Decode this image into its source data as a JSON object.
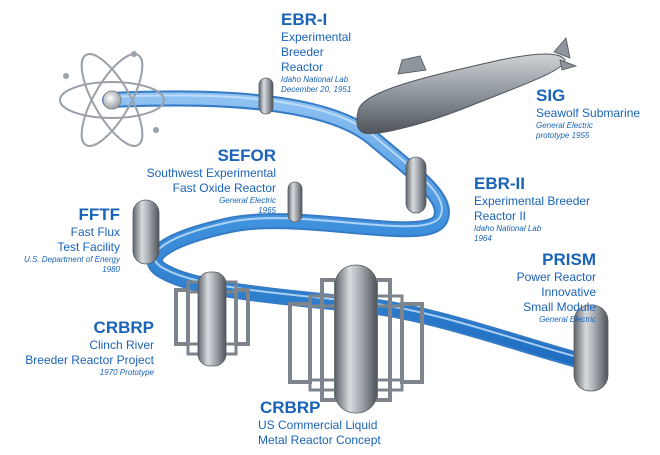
{
  "colors": {
    "label": "#1a63b8",
    "path": "#3d8fdc",
    "metal": "#8e959c"
  },
  "milestones": {
    "ebr1": {
      "acronym": "EBR-I",
      "desc": [
        "Experimental",
        "Breeder",
        "Reactor"
      ],
      "note": [
        "Idaho National Lab",
        "December 20, 1951"
      ]
    },
    "sig": {
      "acronym": "SIG",
      "desc": [
        "Seawolf Submarine"
      ],
      "note": [
        "General Electric",
        "prototype 1955"
      ]
    },
    "sefor": {
      "acronym": "SEFOR",
      "desc": [
        "Southwest Experimental",
        "Fast Oxide Reactor"
      ],
      "note": [
        "General Electric",
        "1965"
      ]
    },
    "ebr2": {
      "acronym": "EBR-II",
      "desc": [
        "Experimental Breeder",
        "Reactor II"
      ],
      "note": [
        "Idaho National Lab",
        "1964"
      ]
    },
    "fftf": {
      "acronym": "FFTF",
      "desc": [
        "Fast Flux",
        "Test Facility"
      ],
      "note": [
        "U.S. Department of Energy",
        "1980"
      ]
    },
    "prism": {
      "acronym": "PRISM",
      "desc": [
        "Power Reactor",
        "Innovative",
        "Small Module"
      ],
      "note": [
        "General Electric"
      ]
    },
    "crbrp1": {
      "acronym": "CRBRP",
      "desc": [
        "Clinch River",
        "Breeder Reactor Project"
      ],
      "note": [
        "1970 Prototype"
      ]
    },
    "crbrp2": {
      "acronym": "CRBRP",
      "desc": [
        "US Commercial Liquid",
        "Metal Reactor Concept"
      ],
      "note": []
    }
  }
}
